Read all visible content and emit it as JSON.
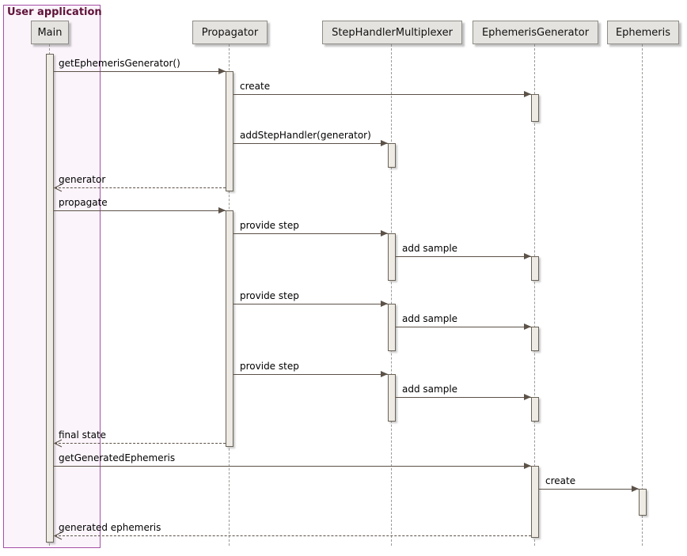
{
  "frame": {
    "title": "User application"
  },
  "participants": [
    {
      "name": "Main"
    },
    {
      "name": "Propagator"
    },
    {
      "name": "StepHandlerMultiplexer"
    },
    {
      "name": "EphemerisGenerator"
    },
    {
      "name": "Ephemeris"
    }
  ],
  "messages": [
    {
      "label": "getEphemerisGenerator()",
      "from": "Main",
      "to": "Propagator",
      "style": "solid"
    },
    {
      "label": "create",
      "from": "Propagator",
      "to": "EphemerisGenerator",
      "style": "solid"
    },
    {
      "label": "addStepHandler(generator)",
      "from": "Propagator",
      "to": "StepHandlerMultiplexer",
      "style": "solid"
    },
    {
      "label": "generator",
      "from": "Propagator",
      "to": "Main",
      "style": "dashed"
    },
    {
      "label": "propagate",
      "from": "Main",
      "to": "Propagator",
      "style": "solid"
    },
    {
      "label": "provide step",
      "from": "Propagator",
      "to": "StepHandlerMultiplexer",
      "style": "solid"
    },
    {
      "label": "add sample",
      "from": "StepHandlerMultiplexer",
      "to": "EphemerisGenerator",
      "style": "solid"
    },
    {
      "label": "provide step",
      "from": "Propagator",
      "to": "StepHandlerMultiplexer",
      "style": "solid"
    },
    {
      "label": "add sample",
      "from": "StepHandlerMultiplexer",
      "to": "EphemerisGenerator",
      "style": "solid"
    },
    {
      "label": "provide step",
      "from": "Propagator",
      "to": "StepHandlerMultiplexer",
      "style": "solid"
    },
    {
      "label": "add sample",
      "from": "StepHandlerMultiplexer",
      "to": "EphemerisGenerator",
      "style": "solid"
    },
    {
      "label": "final state",
      "from": "Propagator",
      "to": "Main",
      "style": "dashed"
    },
    {
      "label": "getGeneratedEphemeris",
      "from": "Main",
      "to": "EphemerisGenerator",
      "style": "solid"
    },
    {
      "label": "create",
      "from": "EphemerisGenerator",
      "to": "Ephemeris",
      "style": "solid"
    },
    {
      "label": "generated ephemeris",
      "from": "EphemerisGenerator",
      "to": "Main",
      "style": "dashed"
    }
  ],
  "colors": {
    "frame_border": "#A74FA7",
    "frame_fill": "#FBF5FB",
    "frame_title": "#5F1138",
    "participant_fill": "#E5E3DF",
    "participant_border": "#8E8C86",
    "activation_fill": "#EDEBE4",
    "activation_border": "#6B6358",
    "arrow": "#5C5248",
    "lifeline": "#9A9A96"
  }
}
